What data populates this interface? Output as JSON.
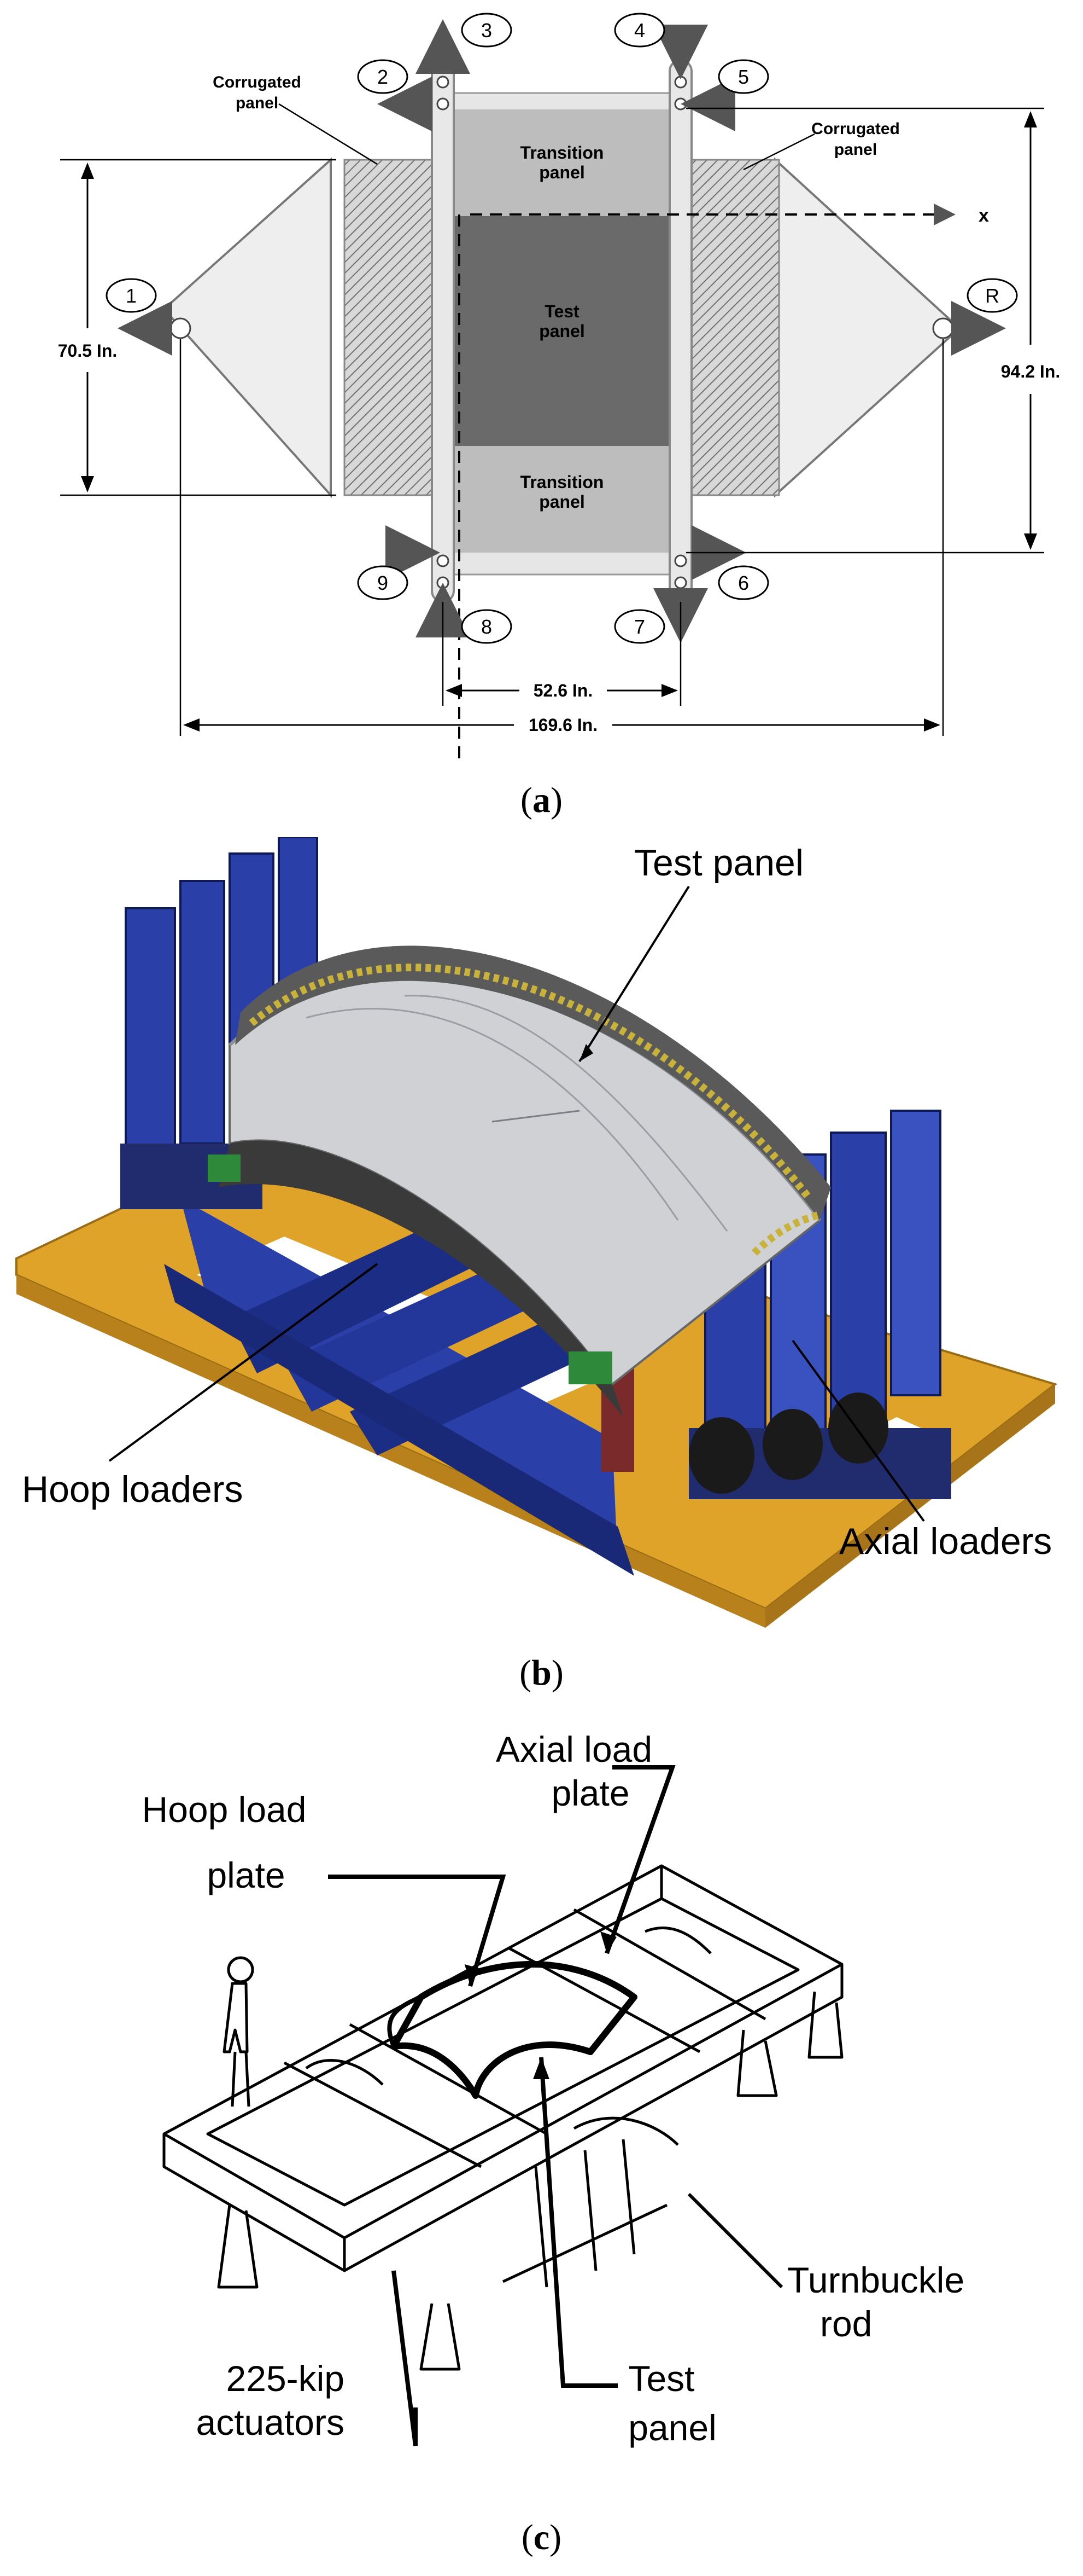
{
  "panel_a": {
    "caption_open": "(",
    "caption_letter": "a",
    "caption_close": ")",
    "labels": {
      "corrugated_left": [
        "Corrugated",
        "panel"
      ],
      "corrugated_right": [
        "Corrugated",
        "panel"
      ],
      "transition_top": [
        "Transition",
        "panel"
      ],
      "transition_bottom": [
        "Transition",
        "panel"
      ],
      "test_panel": [
        "Test",
        "panel"
      ],
      "x_axis": "x",
      "dim_height_left": "70.5 In.",
      "dim_height_right": "94.2 In.",
      "dim_width_inner": "52.6 In.",
      "dim_width_outer": "169.6 In."
    },
    "load_points": [
      "1",
      "2",
      "3",
      "4",
      "5",
      "6",
      "7",
      "8",
      "9",
      "R"
    ]
  },
  "panel_b": {
    "caption_open": "(",
    "caption_letter": "b",
    "caption_close": ")",
    "labels": {
      "test_panel": "Test panel",
      "hoop_loaders": "Hoop loaders",
      "axial_loaders": "Axial loaders"
    },
    "colors": {
      "frame": "#2a3fa8",
      "base": "#e0a32a",
      "panel": "#cfd1d5",
      "accent": "#c9b23a"
    }
  },
  "panel_c": {
    "caption_open": "(",
    "caption_letter": "c",
    "caption_close": ")",
    "labels": {
      "hoop_load_plate": [
        "Hoop load",
        "plate"
      ],
      "axial_load_plate": [
        "Axial load",
        "plate"
      ],
      "turnbuckle_rod": [
        "Turnbuckle",
        "rod"
      ],
      "actuators": [
        "225-kip",
        "actuators"
      ],
      "test_panel": [
        "Test",
        "panel"
      ]
    }
  }
}
